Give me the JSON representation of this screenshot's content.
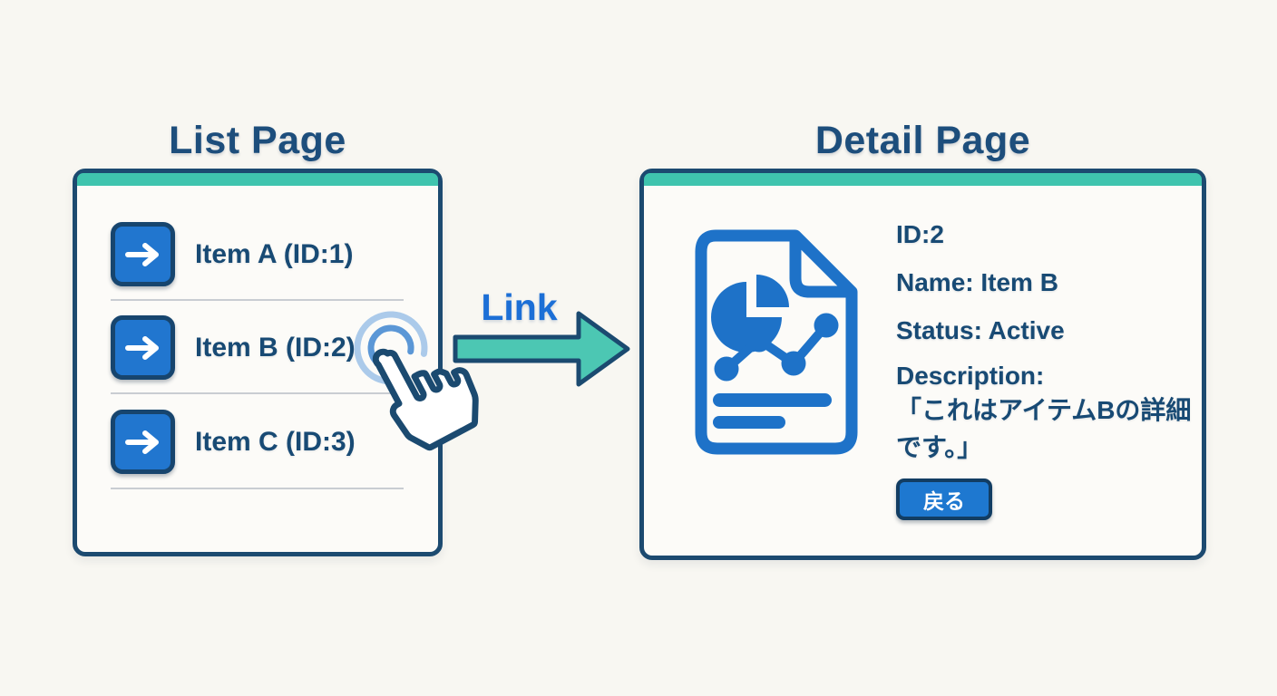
{
  "palette": {
    "background": "#f8f7f2",
    "card_border_navy": "#1c4a70",
    "teal_header": "#3fc4ae",
    "teal_arrow": "#4cc7b3",
    "button_blue": "#2176cf",
    "link_blue": "#1c6fd6",
    "text_navy": "#184a74",
    "icon_blue": "#1e72c8",
    "ripple_outer_blue": "#abcaea",
    "ripple_inner_blue": "#5b97d6"
  },
  "icons": {
    "list_item_icon": "arrow-right-icon",
    "link_arrow_icon": "arrow-right-large-icon",
    "cursor_icon": "tap-hand-icon",
    "ripple_icon": "tap-ripple-icon",
    "detail_icon": "document-chart-icon"
  },
  "list_page": {
    "title": "List Page",
    "items": [
      {
        "label": "Item A (ID:1)"
      },
      {
        "label": "Item B (ID:2)"
      },
      {
        "label": "Item C (ID:3)"
      }
    ]
  },
  "link": {
    "label": "Link"
  },
  "detail_page": {
    "title": "Detail Page",
    "fields": {
      "id": "ID:2",
      "name": "Name: Item B",
      "status": "Status: Active",
      "description_label": "Description:",
      "description": "「これはアイテムBの詳細です。」"
    },
    "back_button_label": "戻る"
  }
}
